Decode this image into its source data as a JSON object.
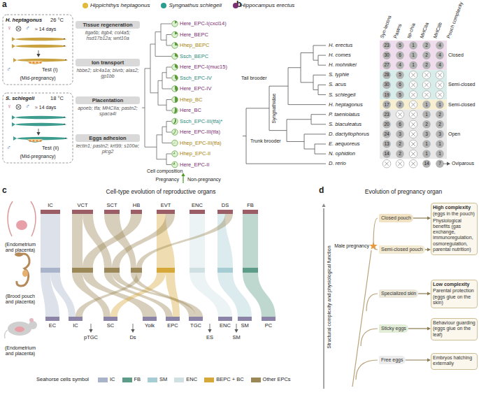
{
  "diagram": {
    "nodes": [
      {
        "text": [
          "Tissue regeneration",
          "itga6b; itgb4; col4a5; hsd17b12a; wnt10a"
        ]
      },
      {
        "text": [
          "Ion transport",
          "hbbe2; slc4a1a; blvrb; alas2; gp1bb"
        ]
      },
      {
        "text": [
          "Placentation",
          "apoeb; tfa; MHCIIa; pastn2; spaca4l"
        ]
      },
      {
        "text": [
          "Eggs adhesion",
          "lectin1; pastn2; krt99; s100w; plcg2"
        ]
      },
      {
        "text": [
          "Closed pouch"
        ]
      },
      {
        "text": [
          "Semi-closed pouch"
        ]
      },
      {
        "text": [
          "Specialized skin"
        ]
      },
      {
        "text": [
          "Sticky eggs"
        ]
      },
      {
        "text": [
          "Free eggs"
        ]
      },
      {
        "text": [
          "High complexity",
          "(eggs in the pouch)",
          "Physiological benefits (gas exchange, immunoregulation, osmoregulation, parental nutrition)"
        ]
      },
      {
        "text": [
          "Low complexity",
          "Parental protection (eggs glue on the skin)"
        ]
      },
      {
        "text": [
          "Behaviour guarding (eggs glue on the leaf)"
        ]
      },
      {
        "text": [
          "Embryos hatching externally"
        ]
      }
    ],
    "edges": [
      {
        "from": 4,
        "to": 9,
        "arrow": "to"
      },
      {
        "from": 5,
        "to": 9,
        "arrow": "to"
      },
      {
        "from": 6,
        "to": 10,
        "arrow": "to"
      },
      {
        "from": 7,
        "to": 11,
        "arrow": "to"
      },
      {
        "from": 8,
        "to": 12,
        "arrow": "to"
      }
    ],
    "labels": [
      "a",
      "H. heptagonus",
      "26 °C",
      "♀",
      "♂",
      "≈ 14 days",
      "♂",
      "Test (i)",
      "(Mid-pregnancy)",
      "S. schlegeli",
      "18 °C",
      "♀",
      "♂",
      "≈ 14 days",
      "♂",
      "Test (ii)",
      "(Mid-pregnancy)",
      "Here_EPC-I(cxcl14)",
      "Here_BEPC",
      "Hhep_BEPC",
      "Ssch_BEPC",
      "Here_EPC-I(muc15)",
      "Ssch_EPC-IV",
      "Here_EPC-IV",
      "Hhep_BC",
      "Here_BC",
      "Ssch_EPC-III(tfa)*",
      "Here_EPC-III(tfa)",
      "Hhep_EPC-III(tfa)",
      "Hhep_EPC-II",
      "Here_EPC-II",
      "Cell composition",
      "Pregnancy",
      "Non-pregnancy",
      "b",
      "Syn-lectins",
      "Pastns",
      "sp-chia",
      "MHCIIa",
      "MHCIIb",
      "Pouch complexity",
      "H. erectus",
      "H. comes",
      "H. mohnikei",
      "S. typhle",
      "S. acus",
      "S. schlegeli",
      "H. heptagonus",
      "P. taeniolatus",
      "S. biaculeatus",
      "D. dactyliophorus",
      "E. aequoreus",
      "N. ophidion",
      "D. rerio",
      "23",
      "5",
      "1",
      "2",
      "4",
      "30",
      "6",
      "1",
      "2",
      "4",
      "27",
      "4",
      "1",
      "2",
      "4",
      "28",
      "5",
      "30",
      "6",
      "19",
      "5",
      "17",
      "2",
      "1",
      "1",
      "23",
      "1",
      "2",
      "20",
      "6",
      "2",
      "2",
      "24",
      "3",
      "3",
      "3",
      "13",
      "2",
      "1",
      "1",
      "14",
      "2",
      "1",
      "1",
      "14",
      "7",
      "Closed",
      "Semi-closed",
      "Semi-closed",
      "Open",
      "Oviparous",
      "Tail brooder",
      "Syngnathidae",
      "Trunk brooder",
      "c",
      "Cell-type evolution of reproductive organs",
      "(Endometrium and placenta)",
      "(Brood pouch and placenta)",
      "(Endometrium and placenta)",
      "IC",
      "VCT",
      "SCT",
      "HB",
      "EVT",
      "ENC",
      "DS",
      "FB",
      "EC",
      "IC",
      "SC",
      "Yolk",
      "EPC",
      "TGC",
      "ENC",
      "SM",
      "PC",
      "pTGC",
      "Ds",
      "ES",
      "SM",
      "d",
      "Evolution of pregnancy organ",
      "Male pregnancy",
      "Structural complexity and physiological function",
      "Seahorse cells symbol"
    ],
    "legend": [
      {
        "text": "Hippichthys heptagonus",
        "color": "#e2b93b"
      },
      {
        "text": "Syngnathus schlegeli",
        "color": "#2a9d8f"
      },
      {
        "text": "Hippocampus erectus",
        "color": "#7b2d6f"
      },
      {
        "text": "IC",
        "color": "#a9b3c9"
      },
      {
        "text": "FB",
        "color": "#5c9c88"
      },
      {
        "text": "SM",
        "color": "#a6cdd4"
      },
      {
        "text": "ENC",
        "color": "#cfe0e3"
      },
      {
        "text": "BEPC + BC",
        "color": "#d6a83a"
      },
      {
        "text": "Other EPCs",
        "color": "#9c8756"
      }
    ]
  }
}
